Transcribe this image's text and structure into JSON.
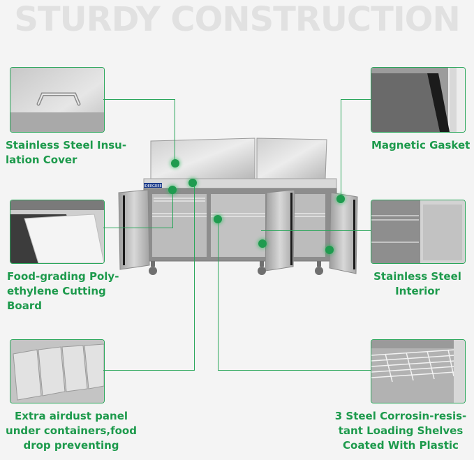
{
  "headline": "STURDY CONSTRUCTION",
  "brand_plate": "IDEEGREE",
  "accent_color": "#1d9a4c",
  "features": {
    "insulation_cover": "Stainless Steel Insu-\nlation Cover",
    "magnetic_gasket": "Magnetic Gasket",
    "cutting_board": "Food-grading Poly-\nethylene Cutting\nBoard",
    "interior": "Stainless Steel\nInterior",
    "airdust_panel": "Extra airdust panel\nunder containers,food\ndrop preventing",
    "shelves": "3 Steel Corrosin-resis-\ntant Loading Shelves\nCoated With Plastic"
  }
}
